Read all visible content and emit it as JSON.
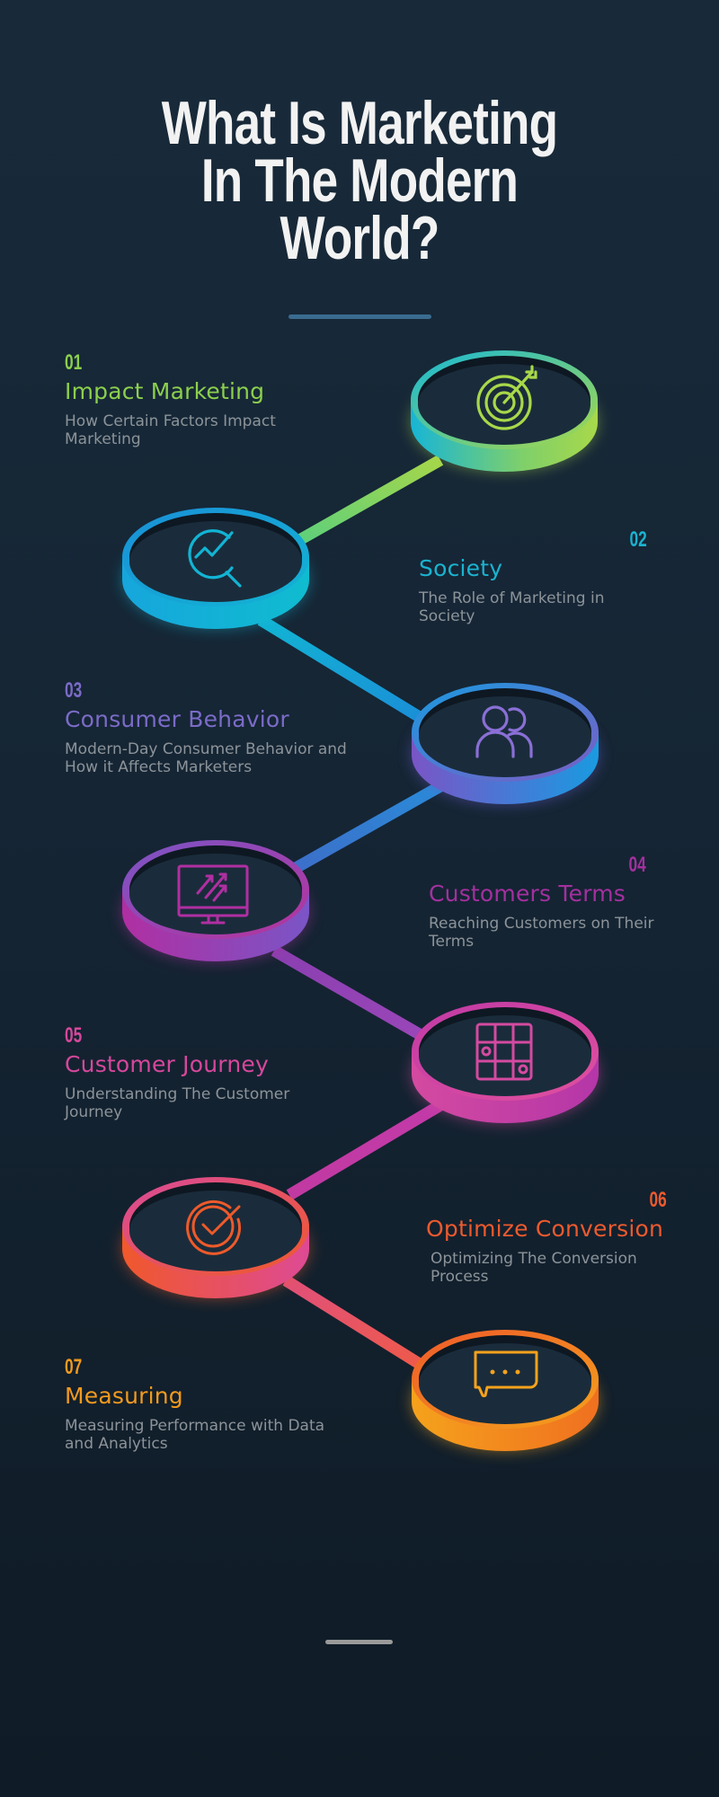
{
  "header": {
    "title_lines": [
      "What Is Marketing",
      "In The Modern",
      "World?"
    ]
  },
  "colors": {
    "background_top": "#182a3a",
    "background_bottom": "#0f1b26",
    "title": "#f2f2f2",
    "divider": "#3a6b8f",
    "subtitle": "#8c9399",
    "bottom_bar": "#9a9a9a"
  },
  "steps": [
    {
      "number": "01",
      "title": "Impact Marketing",
      "subtitle": "How Certain Factors Impact Marketing",
      "color": "#8ccf4d",
      "icon": "target-icon",
      "side": "left"
    },
    {
      "number": "02",
      "title": "Society",
      "subtitle": "The Role of Marketing in Society",
      "color": "#1ab3d0",
      "icon": "analytics-search-icon",
      "side": "right"
    },
    {
      "number": "03",
      "title": "Consumer Behavior",
      "subtitle": "Modern-Day Consumer Behavior and How it Affects Marketers",
      "color": "#7b6bc8",
      "icon": "users-icon",
      "side": "left"
    },
    {
      "number": "04",
      "title": "Customers Terms",
      "subtitle": "Reaching Customers on Their Terms",
      "color": "#a3309f",
      "icon": "monitor-growth-icon",
      "side": "right"
    },
    {
      "number": "05",
      "title": "Customer Journey",
      "subtitle": "Understanding The Customer Journey",
      "color": "#d6479b",
      "icon": "grid-board-icon",
      "side": "left"
    },
    {
      "number": "06",
      "title": "Optimize Conversion",
      "subtitle": "Optimizing The Conversion Process",
      "color": "#ec5a2e",
      "icon": "check-circle-icon",
      "side": "right"
    },
    {
      "number": "07",
      "title": "Measuring",
      "subtitle": "Measuring Performance with Data and Analytics",
      "color": "#f39a1e",
      "icon": "chat-bubble-icon",
      "side": "left"
    }
  ]
}
